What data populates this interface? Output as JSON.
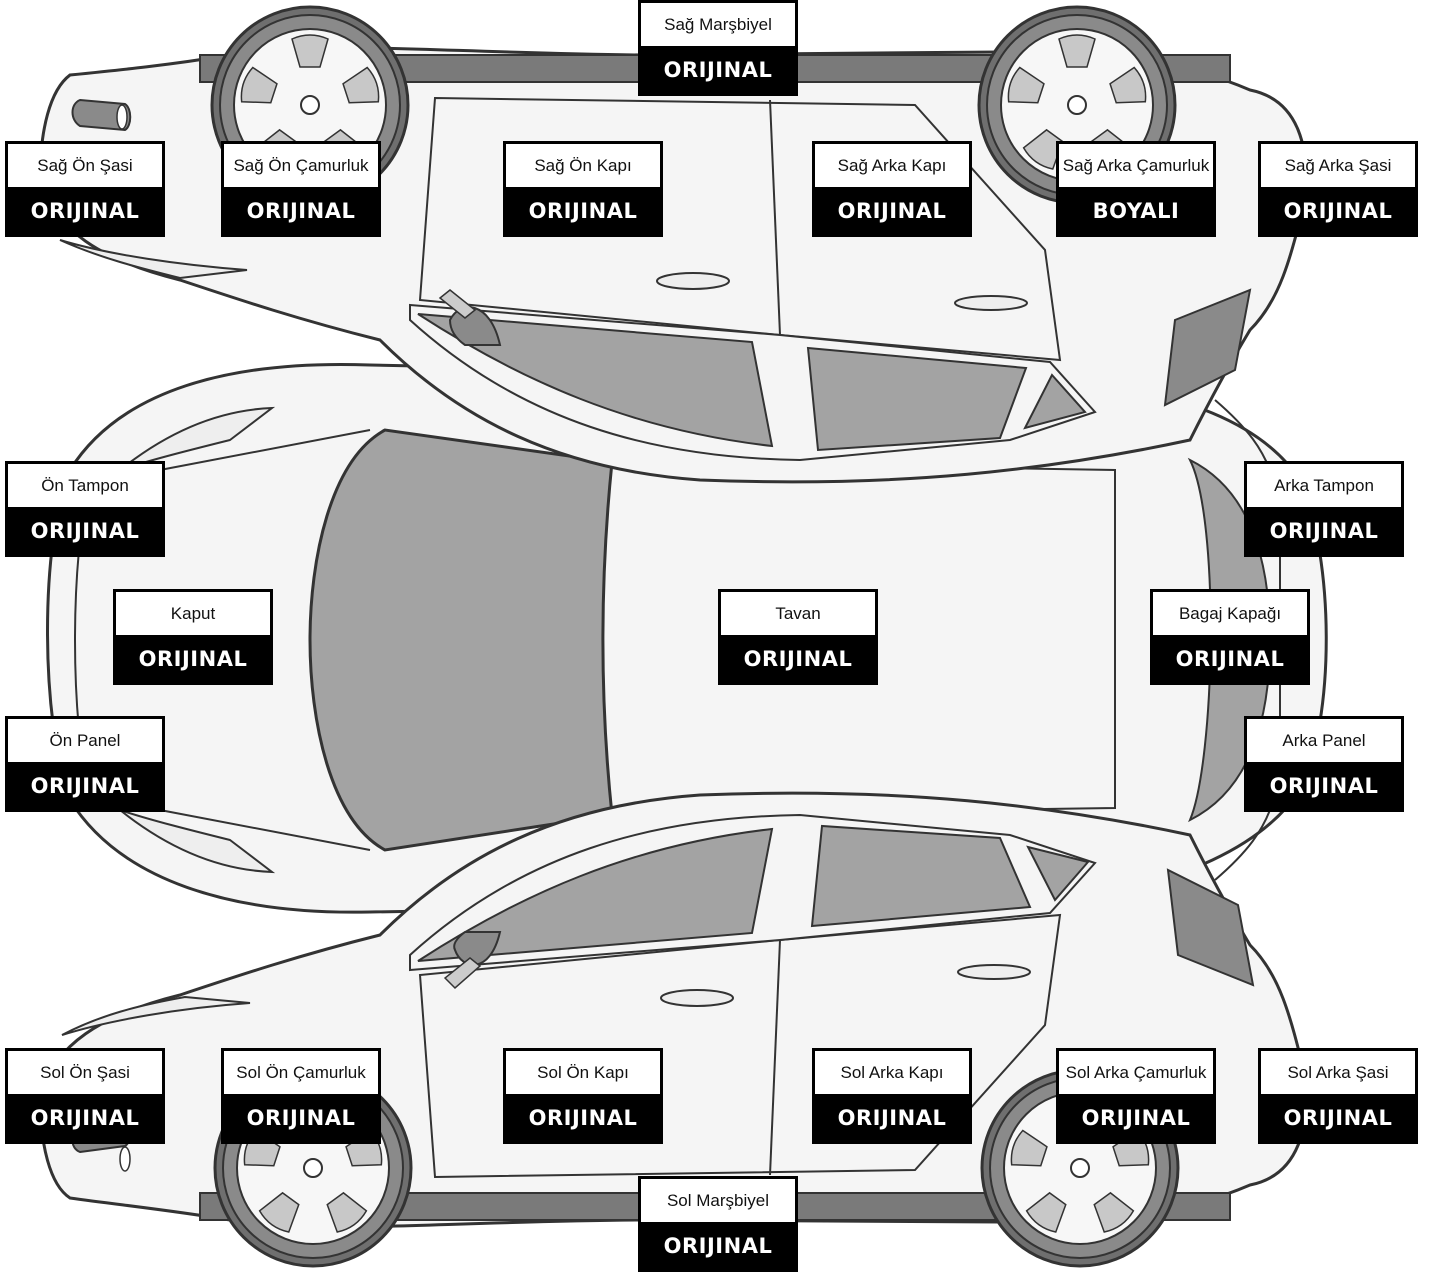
{
  "parts": {
    "sag_marsbiyel": {
      "name": "Sağ Marşbiyel",
      "status": "ORIJINAL"
    },
    "sag_on_sasi": {
      "name": "Sağ Ön Şasi",
      "status": "ORIJINAL"
    },
    "sag_on_camurluk": {
      "name": "Sağ Ön Çamurluk",
      "status": "ORIJINAL"
    },
    "sag_on_kapi": {
      "name": "Sağ Ön Kapı",
      "status": "ORIJINAL"
    },
    "sag_arka_kapi": {
      "name": "Sağ Arka Kapı",
      "status": "ORIJINAL"
    },
    "sag_arka_camurluk": {
      "name": "Sağ Arka Çamurluk",
      "status": "BOYALI"
    },
    "sag_arka_sasi": {
      "name": "Sağ Arka Şasi",
      "status": "ORIJINAL"
    },
    "on_tampon": {
      "name": "Ön Tampon",
      "status": "ORIJINAL"
    },
    "arka_tampon": {
      "name": "Arka Tampon",
      "status": "ORIJINAL"
    },
    "kaput": {
      "name": "Kaput",
      "status": "ORIJINAL"
    },
    "tavan": {
      "name": "Tavan",
      "status": "ORIJINAL"
    },
    "bagaj_kapagi": {
      "name": "Bagaj Kapağı",
      "status": "ORIJINAL"
    },
    "on_panel": {
      "name": "Ön Panel",
      "status": "ORIJINAL"
    },
    "arka_panel": {
      "name": "Arka Panel",
      "status": "ORIJINAL"
    },
    "sol_on_sasi": {
      "name": "Sol Ön Şasi",
      "status": "ORIJINAL"
    },
    "sol_on_camurluk": {
      "name": "Sol Ön Çamurluk",
      "status": "ORIJINAL"
    },
    "sol_on_kapi": {
      "name": "Sol Ön Kapı",
      "status": "ORIJINAL"
    },
    "sol_arka_kapi": {
      "name": "Sol Arka Kapı",
      "status": "ORIJINAL"
    },
    "sol_arka_camurluk": {
      "name": "Sol Arka Çamurluk",
      "status": "ORIJINAL"
    },
    "sol_arka_sasi": {
      "name": "Sol Arka Şasi",
      "status": "ORIJINAL"
    },
    "sol_marsbiyel": {
      "name": "Sol Marşbiyel",
      "status": "ORIJINAL"
    }
  },
  "colors": {
    "body": "#f5f5f5",
    "glass": "#a3a3a3",
    "outline": "#333333",
    "tire": "#7a7a7a",
    "label_bg": "#000000"
  }
}
